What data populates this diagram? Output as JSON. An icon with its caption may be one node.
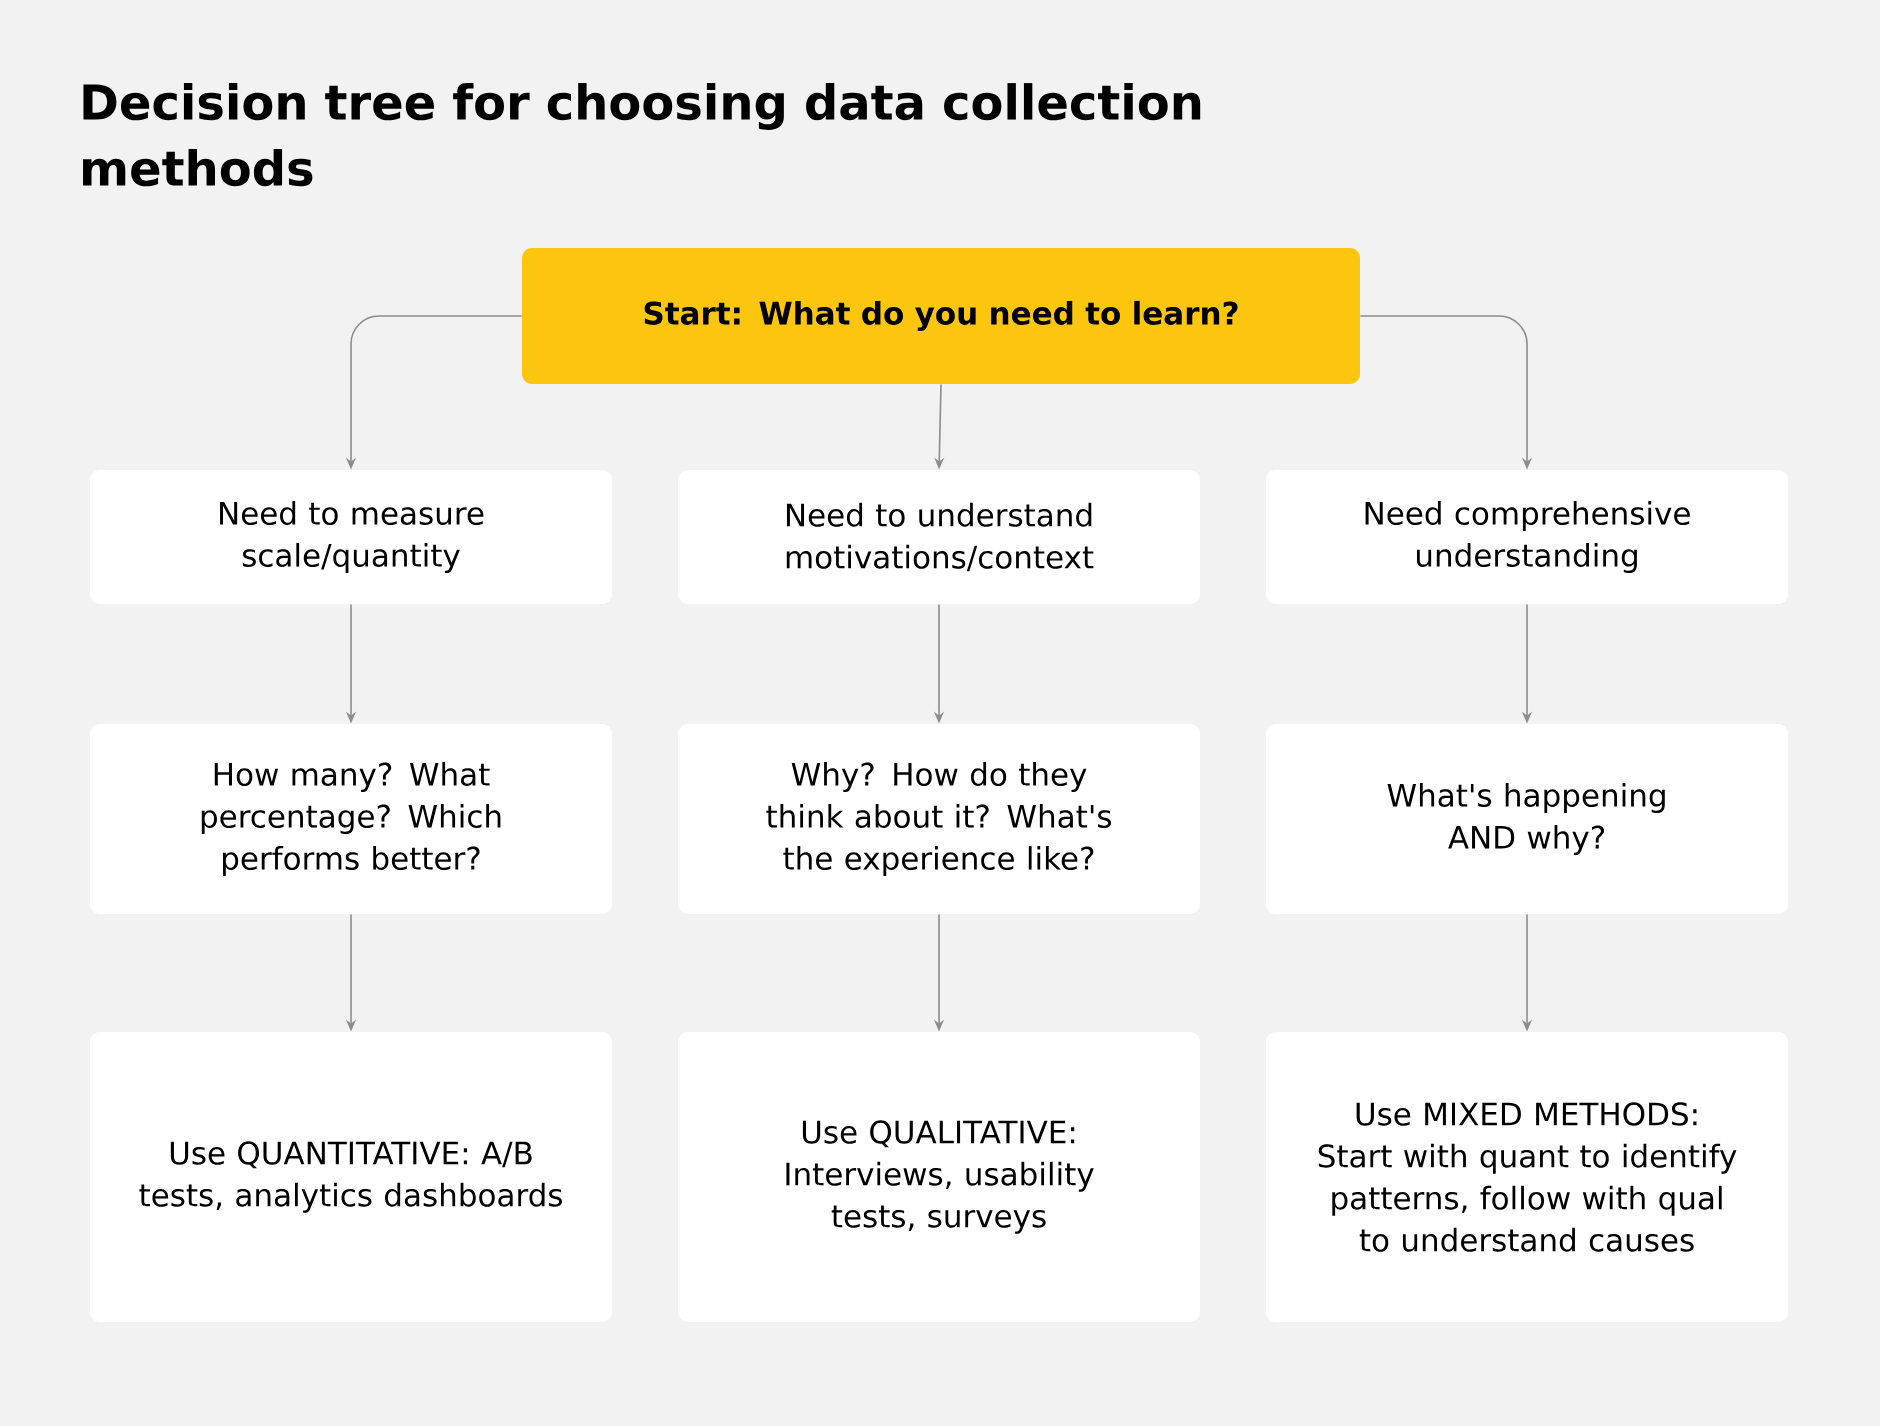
{
  "diagram": {
    "title": "Decision tree for choosing data collection methods",
    "nodes": [
      {
        "text": [
          "Start: What do you need to learn?"
        ]
      },
      {
        "text": [
          "Need to measure scale/quantity"
        ]
      },
      {
        "text": [
          "Need to understand motivations/context"
        ]
      },
      {
        "text": [
          "Need comprehensive understanding"
        ]
      },
      {
        "text": [
          "How many? What percentage? Which performs better?"
        ]
      },
      {
        "text": [
          "Why? How do they think about it? What's the experience like?"
        ]
      },
      {
        "text": [
          "What's happening AND why?"
        ]
      },
      {
        "text": [
          "Use QUANTITATIVE: A/B tests, analytics dashboards"
        ]
      },
      {
        "text": [
          "Use QUALITATIVE: Interviews, usability tests, surveys"
        ]
      },
      {
        "text": [
          "Use MIXED METHODS: Start with quant to identify patterns, follow with qual to understand causes"
        ]
      }
    ],
    "edges": [
      {
        "from": 0,
        "to": 1,
        "arrow": "to"
      },
      {
        "from": 0,
        "to": 2,
        "arrow": "to"
      },
      {
        "from": 0,
        "to": 3,
        "arrow": "to"
      },
      {
        "from": 1,
        "to": 4,
        "arrow": "to"
      },
      {
        "from": 2,
        "to": 5,
        "arrow": "to"
      },
      {
        "from": 3,
        "to": 6,
        "arrow": "to"
      },
      {
        "from": 4,
        "to": 7,
        "arrow": "to"
      },
      {
        "from": 5,
        "to": 8,
        "arrow": "to"
      },
      {
        "from": 6,
        "to": 9,
        "arrow": "to"
      }
    ]
  }
}
